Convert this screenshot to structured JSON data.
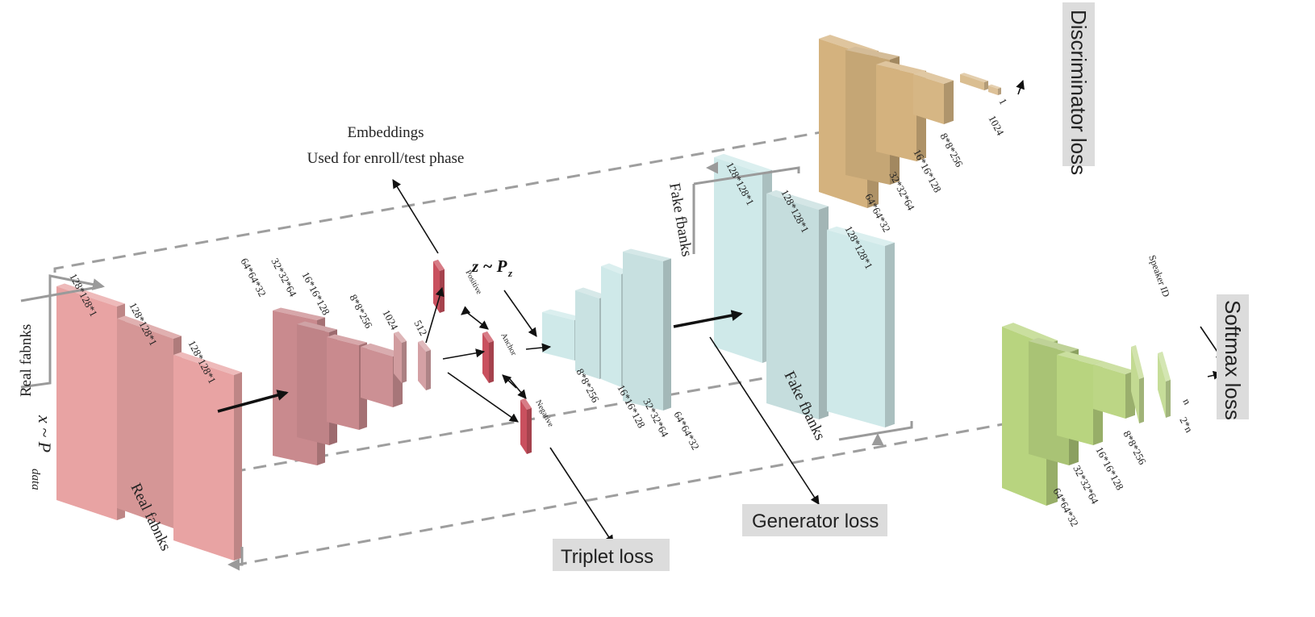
{
  "labels": {
    "embeddings_title": "Embeddings",
    "embeddings_sub": "Used for enroll/test phase",
    "real_fbanks_top": "Real fabnks",
    "real_fbanks_bottom": "Real fabnks",
    "x_pdata_x": "x ~ P",
    "x_pdata_sub": "data",
    "z_pz": "z ~ P",
    "z_pz_sub": "z",
    "fake_fbanks_top": "Fake fbanks",
    "fake_fbanks_bottom": "Fake fbanks",
    "speaker_id": "Speaker ID",
    "positive": "Positive",
    "anchor": "Anchor",
    "negative": "Negative"
  },
  "losses": {
    "discriminator": "Discriminator loss",
    "softmax": "Softmax loss",
    "triplet": "Triplet loss",
    "generator": "Generator loss"
  },
  "dims": {
    "real": [
      "128*128*1",
      "128*128*1",
      "128*128*1"
    ],
    "encoder": [
      "64*64*32",
      "32*32*64",
      "16*16*128",
      "8*8*256",
      "1024",
      "512"
    ],
    "generator_in": [
      "8*8*256",
      "16*16*128",
      "32*32*64",
      "64*64*32"
    ],
    "generator_out": [
      "128*128*1",
      "128*128*1",
      "128*128*1"
    ],
    "discriminator": [
      "64*64*32",
      "32*32*64",
      "16*16*128",
      "8*8*256",
      "1024",
      "1"
    ],
    "classifier": [
      "64*64*32",
      "32*32*64",
      "16*16*128",
      "8*8*256",
      "2*n",
      "n"
    ]
  },
  "colors": {
    "real": "#e8a3a3",
    "encoder": "#c98a8e",
    "embed": "#c9505e",
    "generator": "#cfe9e9",
    "discriminator": "#d4b27e",
    "classifier": "#b8d47f"
  }
}
